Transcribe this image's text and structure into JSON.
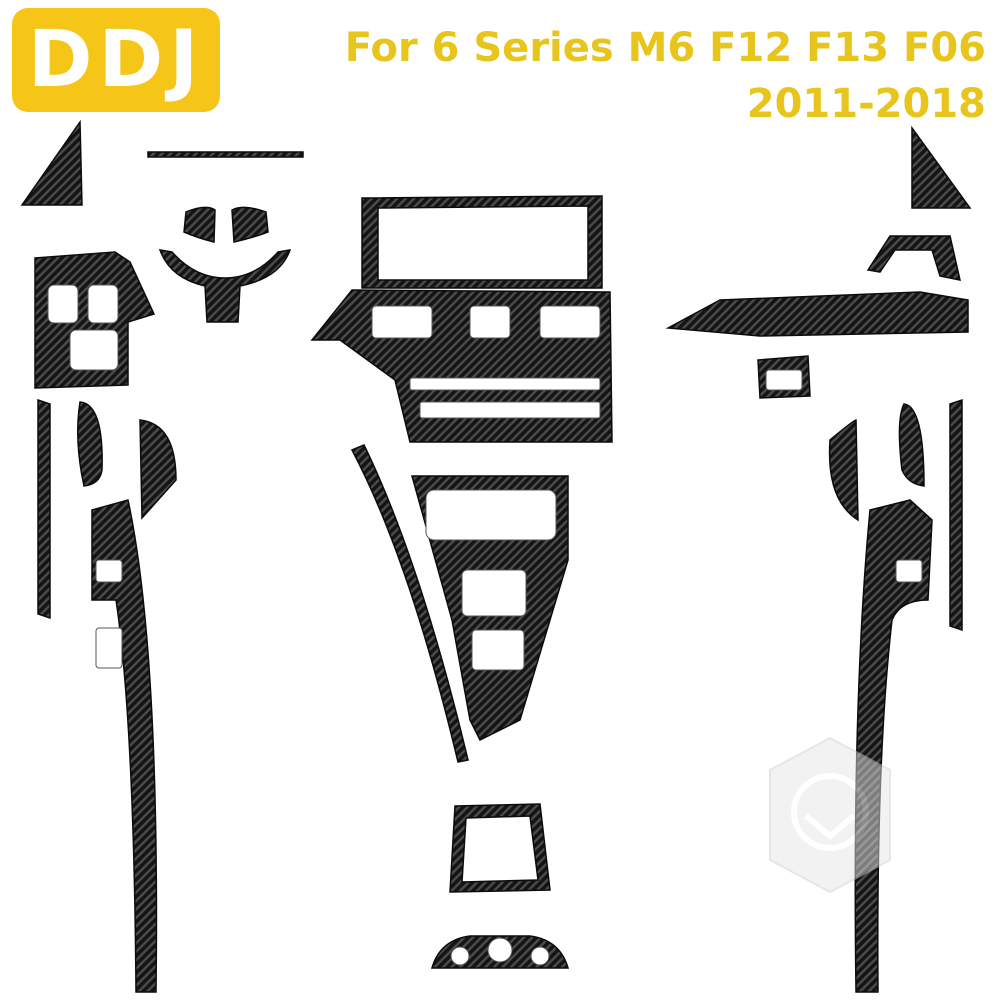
{
  "brand": {
    "logo_text": "DDJ",
    "accent_color": "#f5c518"
  },
  "title": {
    "line1": "For 6 Series M6 F12 F13 F06",
    "line2": "2011-2018",
    "color": "#e8c51c"
  },
  "parts_color": "#1c1c1c",
  "watermark": {
    "icon": "helmet-watermark-icon"
  }
}
